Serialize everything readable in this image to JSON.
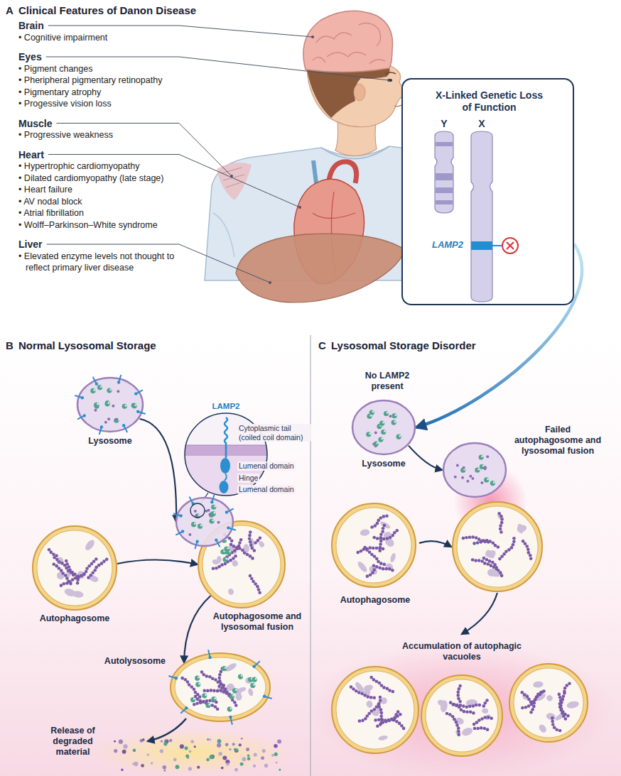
{
  "diagram": {
    "nodes": [
      {
        "text": [
          "A",
          "Clinical Features of Danon Disease"
        ]
      },
      {
        "text": [
          "X-Linked Genetic Loss of Function"
        ],
        "in": 0
      },
      {
        "text": [
          "B",
          "Normal Lysosomal Storage"
        ]
      },
      {
        "text": [
          "Lysosome"
        ],
        "in": 2
      },
      {
        "text": [
          "Autophagosome"
        ],
        "in": 2
      },
      {
        "text": [
          "Autophagosome and lysosomal fusion"
        ],
        "in": 2
      },
      {
        "text": [
          "Autolysosome"
        ],
        "in": 2
      },
      {
        "text": [
          "C",
          "Lysosomal Storage Disorder"
        ]
      },
      {
        "text": [
          "Lysosome"
        ],
        "in": 7
      },
      {
        "text": [
          "Failed autophagosome and lysosomal fusion"
        ],
        "in": 7
      },
      {
        "text": [
          "Autophagosome"
        ],
        "in": 7
      },
      {
        "text": [
          "Accumulation of autophagic vacuoles"
        ],
        "in": 7
      }
    ],
    "edges": [
      {
        "from": 1,
        "to": 8,
        "arrow": "to"
      },
      {
        "from": 3,
        "to": 5,
        "arrow": "to"
      },
      {
        "from": 4,
        "to": 5,
        "arrow": "to"
      },
      {
        "from": 5,
        "to": 6,
        "arrow": "to"
      },
      {
        "from": 8,
        "to": 9,
        "arrow": "to"
      },
      {
        "from": 10,
        "to": 9,
        "arrow": "to"
      },
      {
        "from": 9,
        "to": 11,
        "arrow": "to"
      }
    ],
    "labels": [
      "Brain",
      "• Cognitive impairment",
      "Eyes",
      "• Pigment changes",
      "• Pheripheral pigmentary retinopathy",
      "• Pigmentary atrophy",
      "• Progessive vision loss",
      "Muscle",
      "• Progressive weakness",
      "Heart",
      "• Hypertrophic cardiomyopathy",
      "• Dilated cardiomyopathy (late stage)",
      "• Heart failure",
      "• AV nodal block",
      "• Atrial fibrillation",
      "• Wolff–Parkinson–White syndrome",
      "Liver",
      "• Elevated enzyme levels not thought to reflect primary liver disease",
      "Y",
      "X",
      "LAMP2",
      "LAMP2",
      "Cytoplasmic tail (coiled coil domain)",
      "Lumenal domain",
      "Hinge",
      "Lumenal domain",
      "Release of degraded material",
      "No LAMP2 present"
    ]
  }
}
